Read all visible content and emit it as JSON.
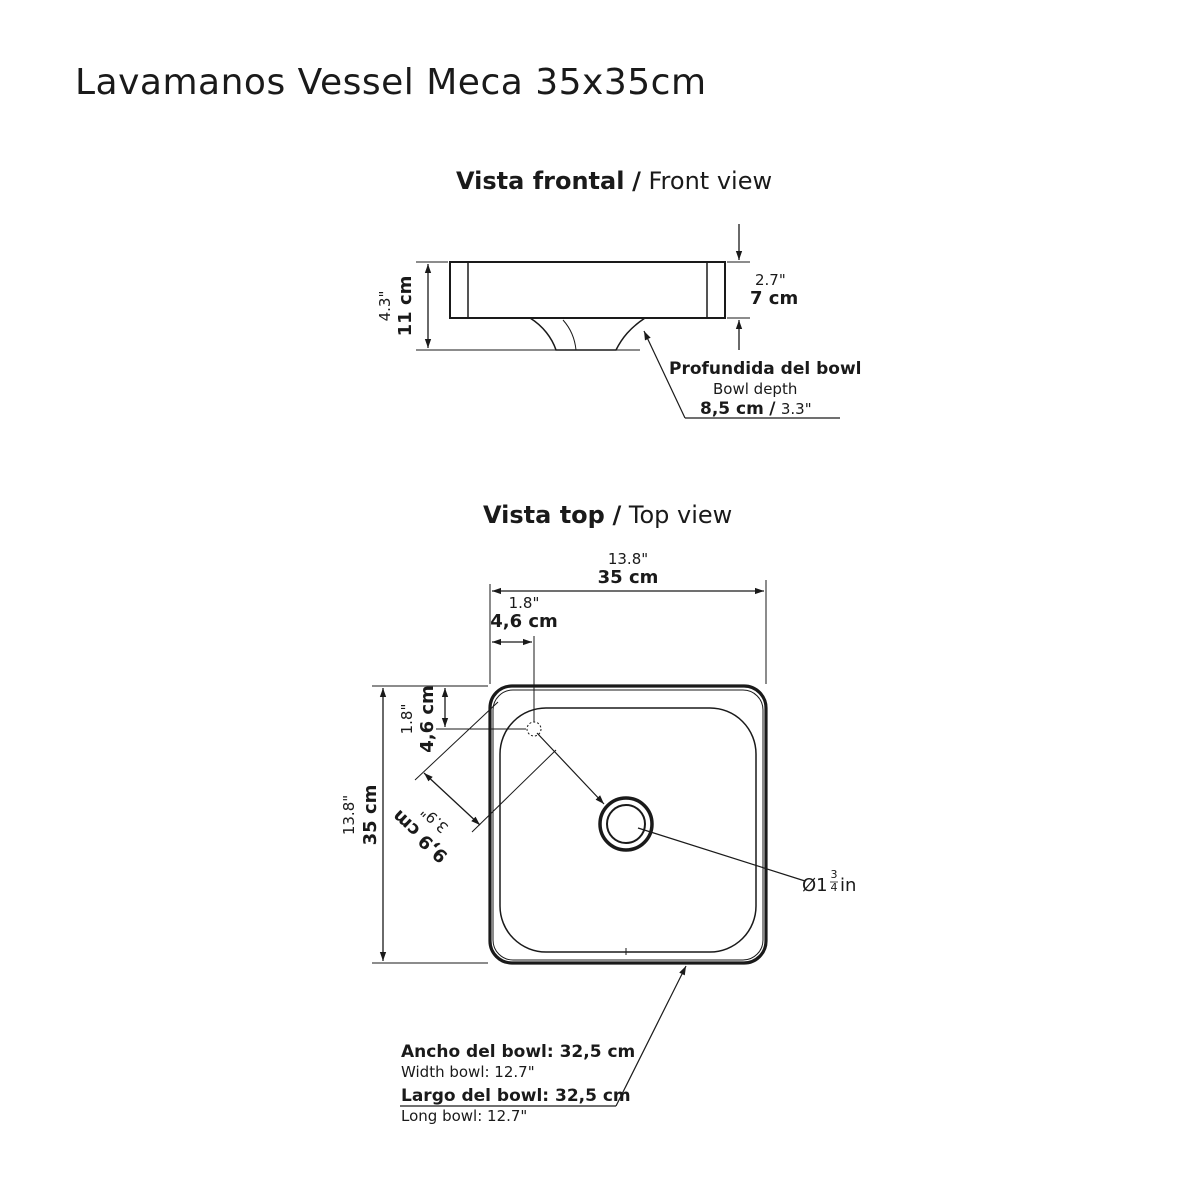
{
  "title": "Lavamanos Vessel Meca 35x35cm",
  "front_view": {
    "title_es": "Vista frontal",
    "separator": "/",
    "title_en": "Front view",
    "total_height_in": "4.3\"",
    "total_height_cm": "11 cm",
    "rim_height_in": "2.7\"",
    "rim_height_cm": "7 cm",
    "bowl_depth_label_es": "Profundida del bowl",
    "bowl_depth_label_en": "Bowl depth",
    "bowl_depth_cm": "8,5 cm",
    "bowl_depth_sep": "/",
    "bowl_depth_in": "3.3\""
  },
  "top_view": {
    "title_es": "Vista top",
    "separator": "/",
    "title_en": "Top view",
    "width_in": "13.8\"",
    "width_cm": "35 cm",
    "offset_x_in": "1.8\"",
    "offset_x_cm": "4,6 cm",
    "offset_y_in": "1.8\"",
    "offset_y_cm": "4,6 cm",
    "height_in": "13.8\"",
    "height_cm": "35 cm",
    "diag_in": "3.9\"",
    "diag_cm": "9,9 cm",
    "drain_symbol": "Ø1",
    "drain_num": "3",
    "drain_den": "4",
    "drain_unit": "in",
    "bowl_width_label": "Ancho del bowl: 32,5 cm",
    "bowl_width_en": "Width bowl: 12.7\"",
    "bowl_length_label": "Largo del bowl: 32,5 cm",
    "bowl_length_en": "Long bowl: 12.7\""
  },
  "colors": {
    "line": "#1a1a1a",
    "background": "#ffffff"
  }
}
